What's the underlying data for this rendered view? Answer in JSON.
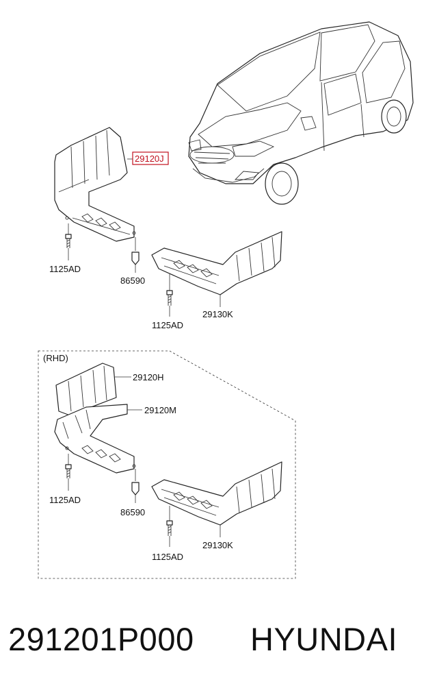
{
  "callouts": {
    "c1": "29120J",
    "c2": "1125AD",
    "c3": "86590",
    "c4": "1125AD",
    "c5": "29130K"
  },
  "rhd": {
    "title": "(RHD)",
    "c1": "29120H",
    "c2": "29120M",
    "c3": "1125AD",
    "c4": "86590",
    "c5": "1125AD",
    "c6": "29130K"
  },
  "footer": {
    "part_number": "291201P000",
    "brand": "HYUNDAI"
  },
  "colors": {
    "highlight": "#c0101e",
    "line": "#222222"
  }
}
